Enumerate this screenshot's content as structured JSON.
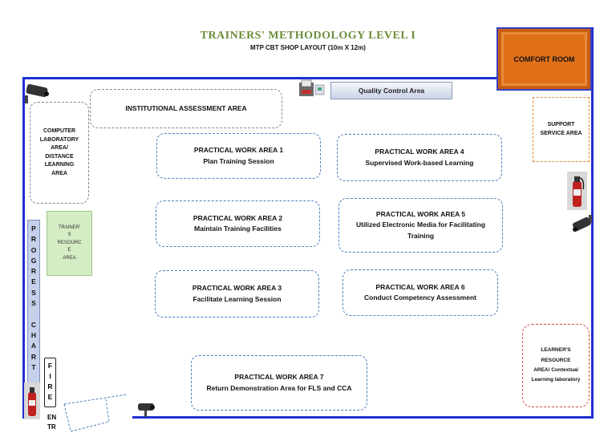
{
  "header": {
    "title": "TRAINERS' METHODOLOGY LEVEL I",
    "subtitle": "MTP CBT SHOP LAYOUT (10m X 12m)"
  },
  "rooms": {
    "comfort_room": "COMFORT ROOM",
    "quality_control": "Quality Control Area",
    "institutional": "INSTITUTIONAL ASSESSMENT AREA",
    "computer_lab": [
      "COMPUTER",
      "LABORATORY",
      "AREA/",
      "DISTANCE",
      "LEARNING",
      "AREA"
    ],
    "support": [
      "SUPPORT",
      "SERVICE AREA"
    ],
    "trainer_resource": [
      "TRAINER'",
      "S",
      "RESOURC",
      "E",
      "AREA"
    ],
    "learner_resource": [
      "LEARNER'S RESOURCE",
      "AREA/ Contextual",
      "Learning laboratory"
    ]
  },
  "work_areas": [
    {
      "title": "PRACTICAL WORK AREA 1",
      "desc": "Plan Training Session"
    },
    {
      "title": "PRACTICAL WORK AREA 2",
      "desc": "Maintain Training Facilities"
    },
    {
      "title": "PRACTICAL WORK AREA 3",
      "desc": "Facilitate Learning Session"
    },
    {
      "title": "PRACTICAL WORK AREA 4",
      "desc": "Supervised Work-based Learning"
    },
    {
      "title": "PRACTICAL WORK AREA 5",
      "desc": "Utilized Electronic Media for Facilitating Training"
    },
    {
      "title": "PRACTICAL WORK AREA 6",
      "desc": "Conduct Competency Assessment"
    },
    {
      "title": "PRACTICAL WORK AREA 7",
      "desc": "Return Demonstration Area for FLS and CCA"
    }
  ],
  "labels": {
    "progress_chart": "P\nR\nO\nG\nR\nE\nS\nS\n\nC\nH\nA\nR\nT",
    "fire": "F\nI\nR\nE",
    "entrance": "EN\nTR"
  },
  "icons": [
    "cctv-camera-icon",
    "fire-extinguisher-icon",
    "printer-icon"
  ],
  "colors": {
    "wall": "#1f2fd0",
    "comfort_room": "#e07018",
    "title": "#6b8e3a",
    "dashed_border": "#4a7fc0"
  }
}
